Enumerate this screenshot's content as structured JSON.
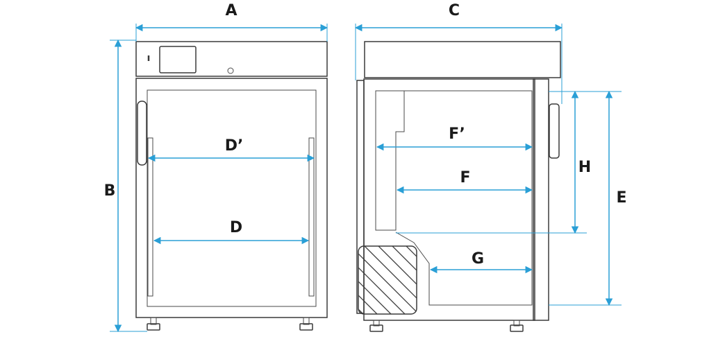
{
  "labels": {
    "A": "A",
    "B": "B",
    "C": "C",
    "D": "D",
    "D_prime": "D’",
    "E": "E",
    "F": "F",
    "F_prime": "F’",
    "G": "G",
    "H": "H"
  },
  "colors": {
    "dimension_line": "#2a9fd6",
    "outline": "#3a3a3a",
    "background": "#ffffff"
  }
}
